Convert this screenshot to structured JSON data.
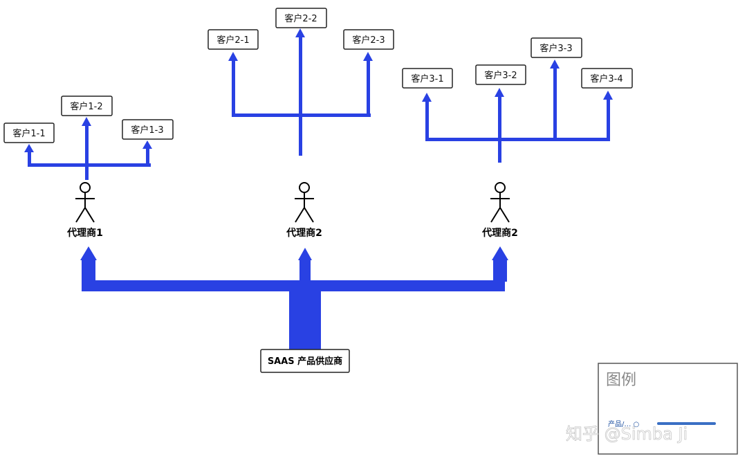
{
  "colors": {
    "tree": "#2941e3",
    "legend_line": "#3a6fc4"
  },
  "supplier": {
    "label": "SAAS 产品供应商"
  },
  "agents": [
    {
      "label": "代理商1",
      "clients": [
        "客户1-1",
        "客户1-2",
        "客户1-3"
      ]
    },
    {
      "label": "代理商2",
      "clients": [
        "客户2-1",
        "客户2-2",
        "客户2-3"
      ]
    },
    {
      "label": "代理商2",
      "clients": [
        "客户3-1",
        "客户3-2",
        "客户3-3",
        "客户3-4"
      ]
    }
  ],
  "legend": {
    "title": "图例",
    "item_label": "产品/… ○"
  },
  "watermark": "知乎 @Simba Ji"
}
